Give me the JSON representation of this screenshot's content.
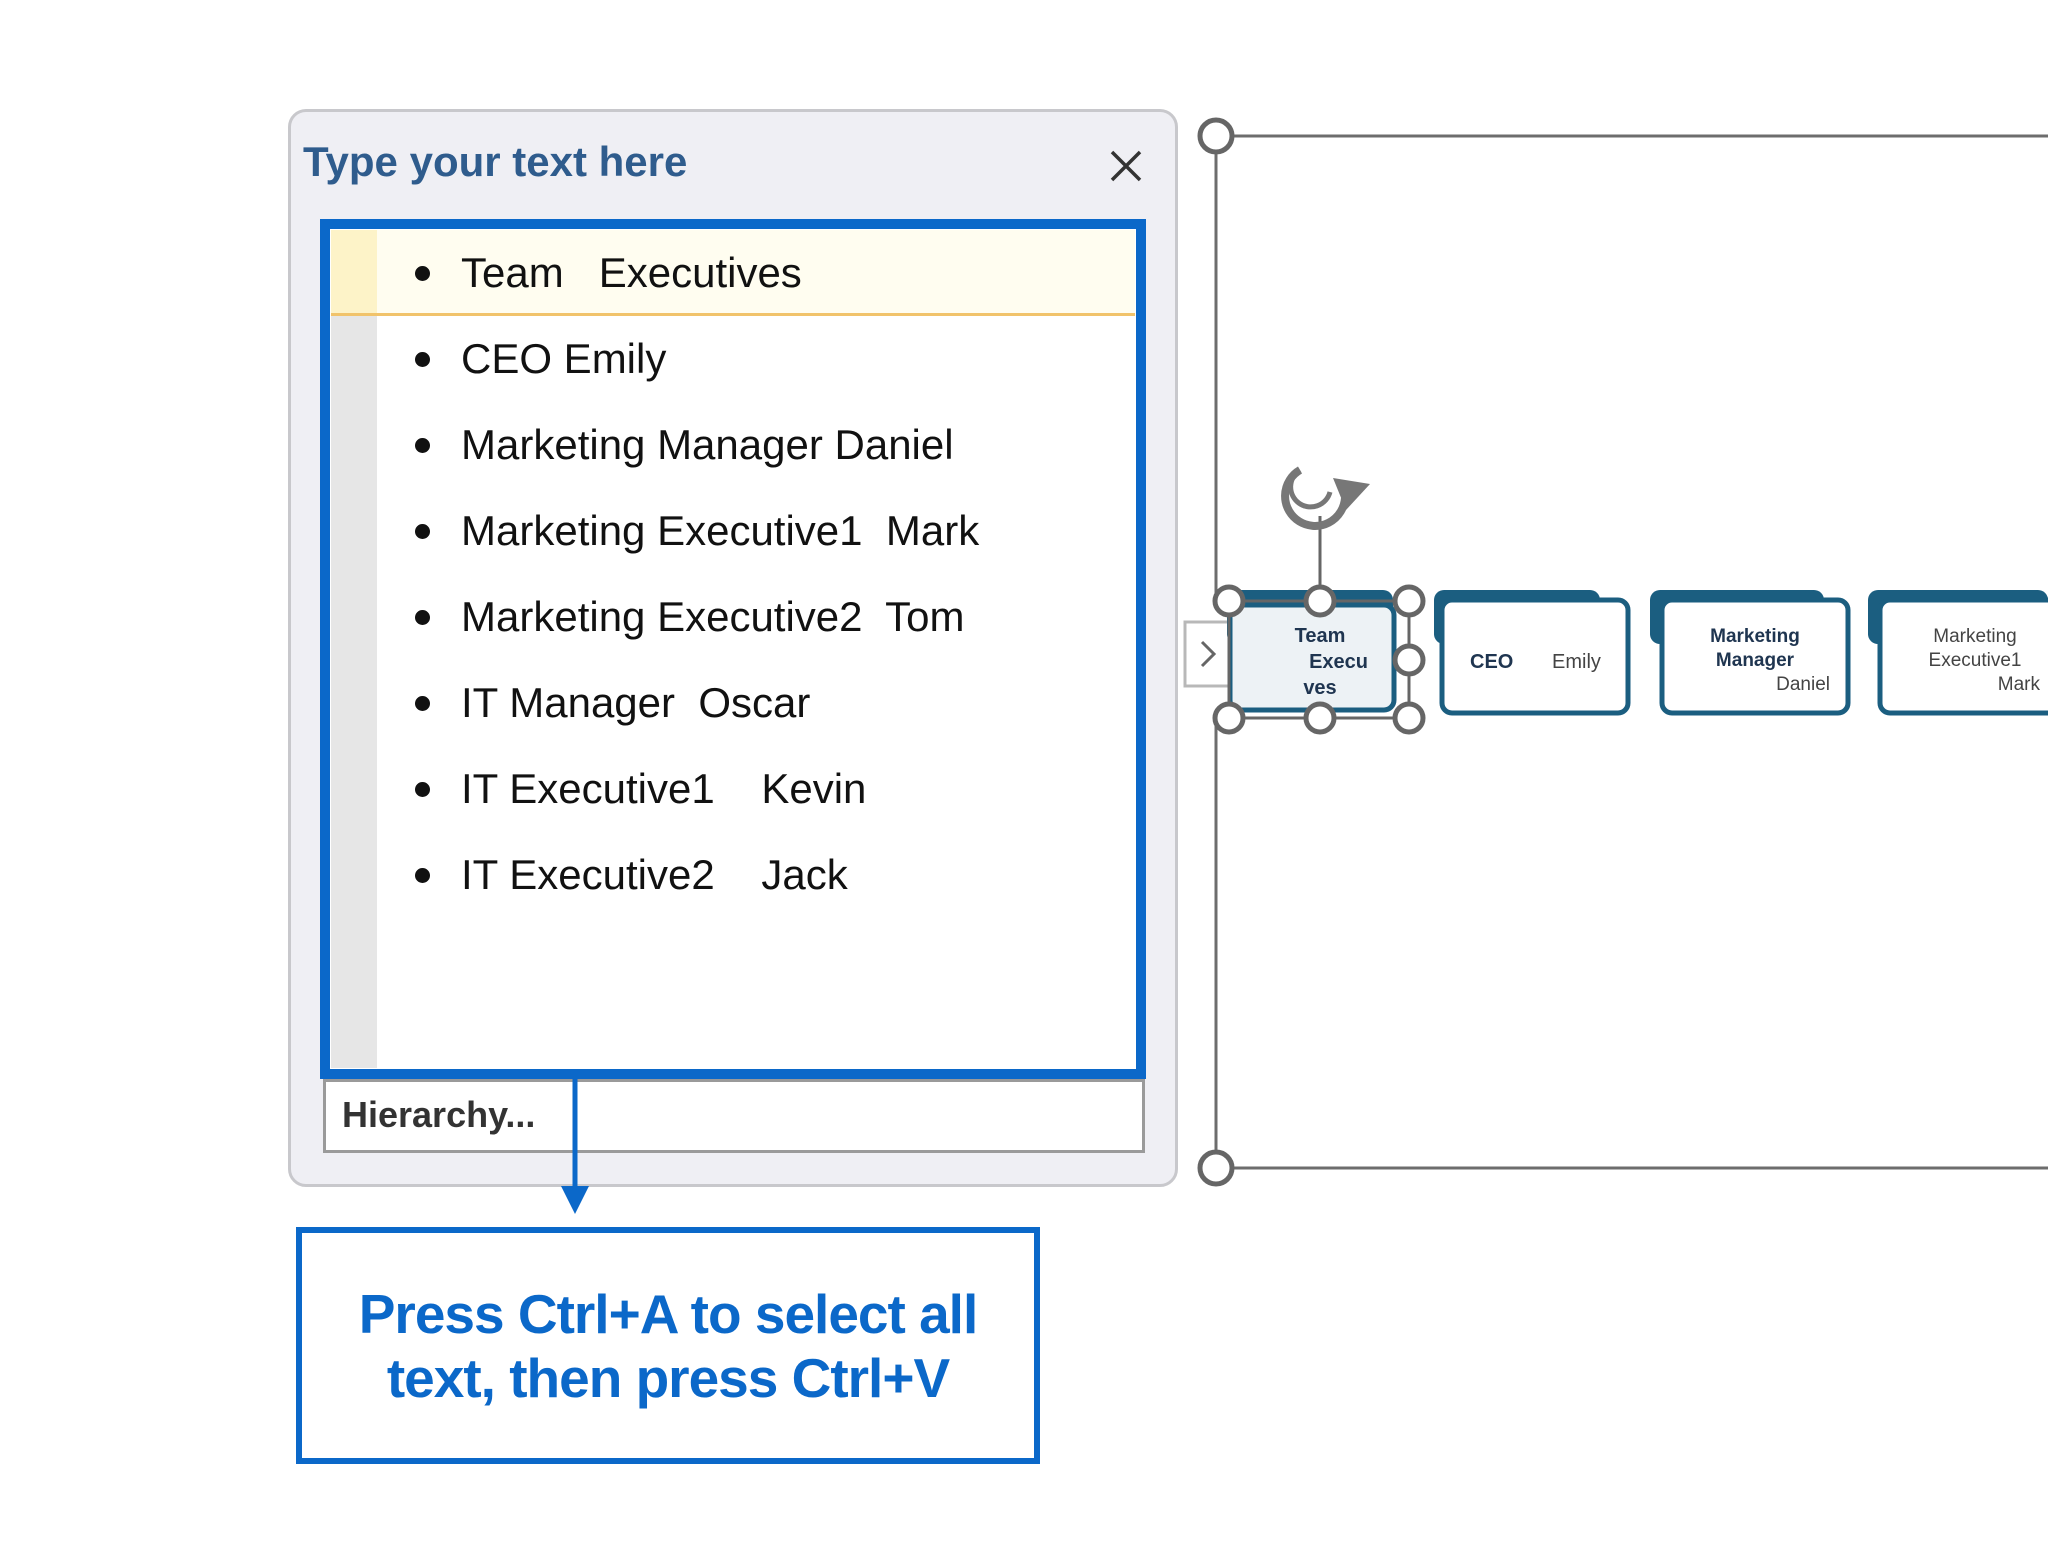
{
  "text_pane": {
    "title": "Type your text here",
    "close_icon": "close-icon",
    "items": [
      {
        "label": "Team   Executives"
      },
      {
        "label": "CEO Emily"
      },
      {
        "label": "Marketing Manager Daniel"
      },
      {
        "label": "Marketing Executive1  Mark"
      },
      {
        "label": "Marketing Executive2  Tom"
      },
      {
        "label": "IT Manager  Oscar"
      },
      {
        "label": "IT Executive1    Kevin"
      },
      {
        "label": "IT Executive2    Jack"
      }
    ],
    "footer_link": "Hierarchy..."
  },
  "callout": {
    "text": "Press Ctrl+A to select all text, then press Ctrl+V"
  },
  "diagram": {
    "nodes": [
      {
        "line1": "Team",
        "line2": "Execu",
        "line3": "ves"
      },
      {
        "left": "CEO",
        "right": "Emily"
      },
      {
        "line1": "Marketing",
        "line2": "Manager",
        "line3": "Daniel"
      },
      {
        "line1": "Marketing",
        "line2": "Executive1",
        "line3": "Mark"
      }
    ]
  },
  "colors": {
    "accent_blue": "#0b68c9",
    "title_blue": "#2f5c8d",
    "node_dark": "#1b5e80",
    "active_row_border": "#f1c36b"
  }
}
